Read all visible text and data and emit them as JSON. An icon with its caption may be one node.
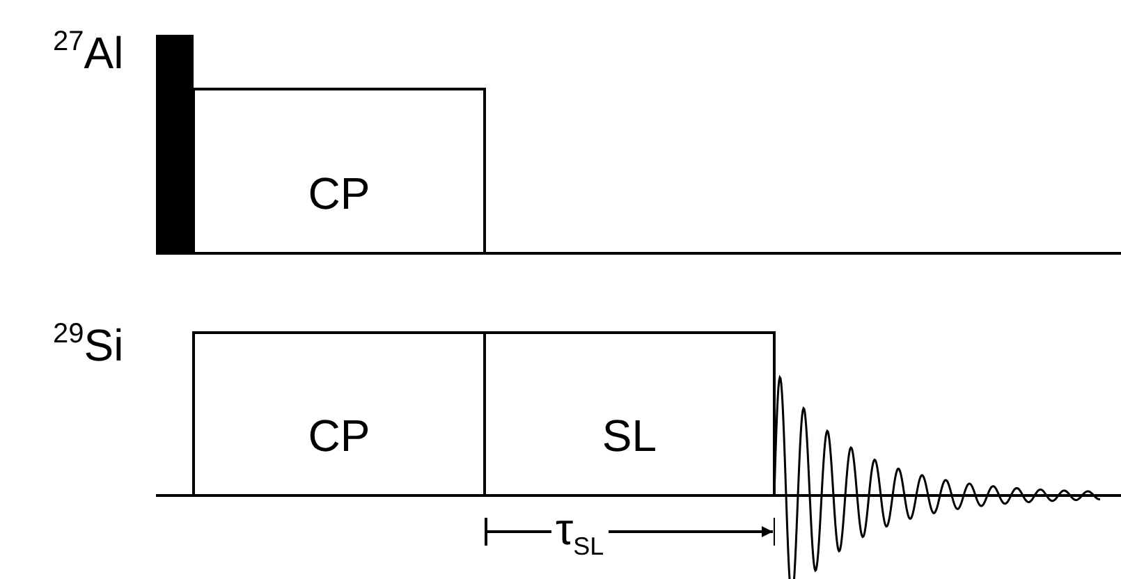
{
  "diagram": {
    "nodes": [
      {
        "text": [],
        "shape": "bar"
      },
      {
        "text": [
          "CP"
        ]
      },
      {
        "text": [
          "CP"
        ]
      },
      {
        "text": [
          "SL"
        ]
      }
    ],
    "labels": [
      "$^{27}$Al",
      "$^{29}$Si",
      "τ$_{SL}$"
    ]
  }
}
